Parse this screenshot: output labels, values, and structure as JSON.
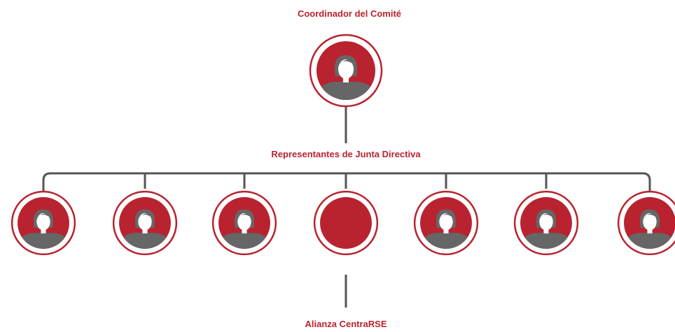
{
  "labels": {
    "coordinator": "Coordinador del Comité",
    "board": "Representantes de Junta Directiva",
    "alliance": "Alianza CentraRSE"
  },
  "colors": {
    "accent": "#b8232f",
    "connector": "#555555",
    "person": "#666666"
  },
  "coordinator": {
    "avatar_icon": "female-avatar-icon"
  },
  "representatives": [
    {
      "avatar_icon": "female-avatar-icon"
    },
    {
      "avatar_icon": "female-avatar-icon"
    },
    {
      "avatar_icon": "female-avatar-icon"
    },
    {
      "avatar_icon": "female-avatar-icon"
    },
    {
      "avatar_icon": "female-avatar-icon"
    },
    {
      "avatar_icon": "female-avatar-icon"
    },
    {
      "avatar_icon": "female-avatar-icon"
    }
  ]
}
